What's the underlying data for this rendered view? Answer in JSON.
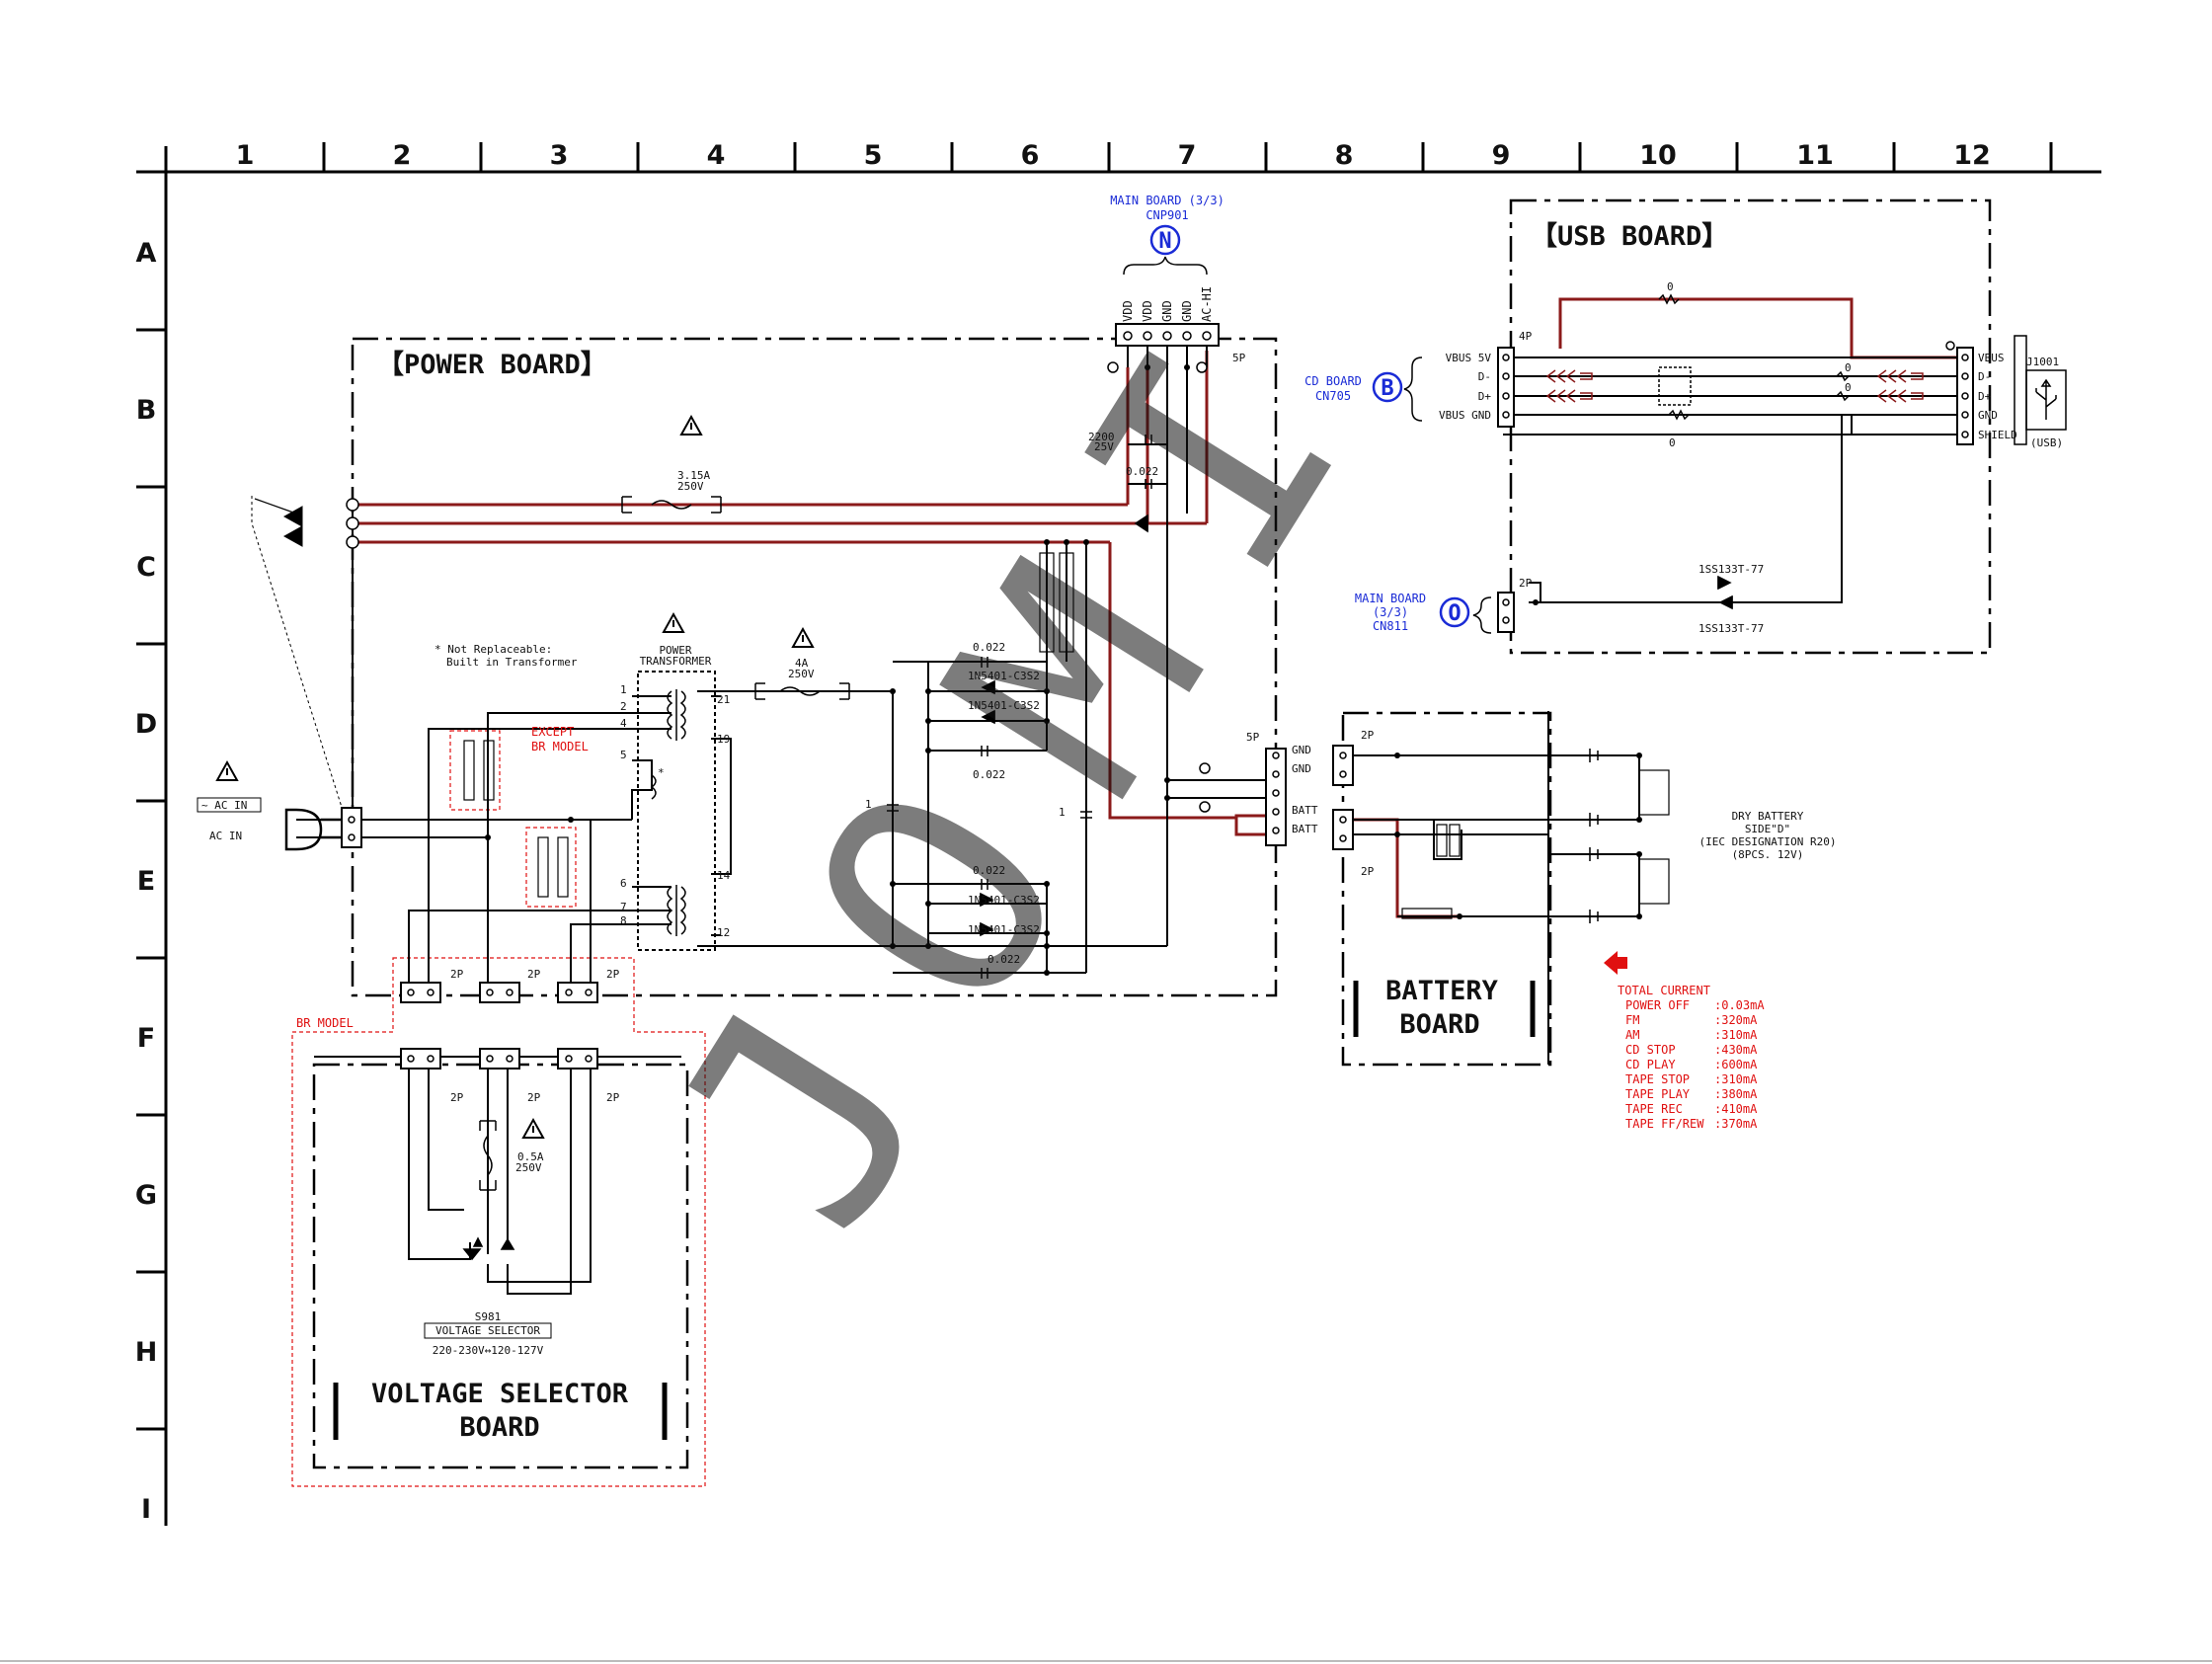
{
  "grid": {
    "columns": [
      "1",
      "2",
      "3",
      "4",
      "5",
      "6",
      "7",
      "8",
      "9",
      "10",
      "11",
      "12"
    ],
    "rows": [
      "A",
      "B",
      "C",
      "D",
      "E",
      "F",
      "G",
      "H",
      "I"
    ]
  },
  "boards": {
    "power": "【POWER BOARD】",
    "usb": "【USB BOARD】",
    "battery_line1": "BATTERY",
    "battery_line2": "BOARD",
    "voltage_line1": "VOLTAGE SELECTOR",
    "voltage_line2": "BOARD"
  },
  "main_board_n": {
    "line1": "MAIN BOARD (3/3)",
    "line2": "CNP901",
    "letter": "N",
    "pins": [
      "VDD",
      "VDD",
      "GND",
      "GND",
      "AC-HI"
    ],
    "pin_count": "5P"
  },
  "cd_board": {
    "line1": "CD BOARD",
    "line2": "CN705",
    "letter": "B"
  },
  "main_board_o": {
    "line1": "MAIN BOARD",
    "line2": "(3/3)",
    "line3": "CN811",
    "letter": "O"
  },
  "usb": {
    "left_pins": [
      "VBUS 5V",
      "D-",
      "D+",
      "VBUS GND"
    ],
    "right_pins": [
      "VBUS",
      "D-",
      "D+",
      "GND",
      "SHIELD"
    ],
    "connector": "J1001",
    "connector_note": "(USB)",
    "pin_count": "4P",
    "resistor_value": "0",
    "diode": "1SS133T-77",
    "pin_count_2": "2P"
  },
  "power": {
    "fuse_main": "3.15A",
    "fuse_main_v": "250V",
    "cap_2200": "2200",
    "cap_2200_v": "25V",
    "cap_0022": "0.022",
    "transformer_line1": "POWER",
    "transformer_line2": "TRANSFORMER",
    "fuse_4a": "4A",
    "fuse_4a_v": "250V",
    "diode": "1N5401-C3S2",
    "note_line1": "* Not Replaceable:",
    "note_line2": "Built in Transformer",
    "except_line1": "EXCEPT",
    "except_line2": "BR MODEL",
    "ac_in": "~ AC IN",
    "ac_in2": "AC IN",
    "pins_left": [
      "1",
      "2",
      "4",
      "5",
      "6",
      "7",
      "8"
    ],
    "pins_right": [
      "21",
      "19",
      "14",
      "12"
    ],
    "cap_one": "1",
    "pin_count_5p": "5P",
    "gnd": "GND",
    "batt": "BATT",
    "star": "*"
  },
  "battery": {
    "pin_2p": "2P",
    "dry_line1": "DRY BATTERY",
    "dry_line2": "SIDE\"D\"",
    "dry_line3": "(IEC DESIGNATION R20)",
    "dry_line4": "(8PCS. 12V)"
  },
  "voltage": {
    "br_model": "BR MODEL",
    "pin_2p": "2P",
    "fuse": "0.5A",
    "fuse_v": "250V",
    "switch": "S981",
    "switch_name": "VOLTAGE SELECTOR",
    "range": "220-230V↔120-127V"
  },
  "current": {
    "title": "TOTAL CURRENT",
    "rows": [
      {
        "mode": "POWER OFF",
        "value": ":0.03mA"
      },
      {
        "mode": "FM",
        "value": ":320mA"
      },
      {
        "mode": "AM",
        "value": ":310mA"
      },
      {
        "mode": "CD STOP",
        "value": ":430mA"
      },
      {
        "mode": "CD PLAY",
        "value": ":600mA"
      },
      {
        "mode": "TAPE STOP",
        "value": ":310mA"
      },
      {
        "mode": "TAPE PLAY",
        "value": ":380mA"
      },
      {
        "mode": "TAPE REC",
        "value": ":410mA"
      },
      {
        "mode": "TAPE FF/REW",
        "value": ":370mA"
      }
    ]
  },
  "watermark": "JOMI",
  "colors": {
    "wire_red": "#8b1a1a",
    "label_blue": "#1a2bd6",
    "label_red": "#e01010"
  }
}
